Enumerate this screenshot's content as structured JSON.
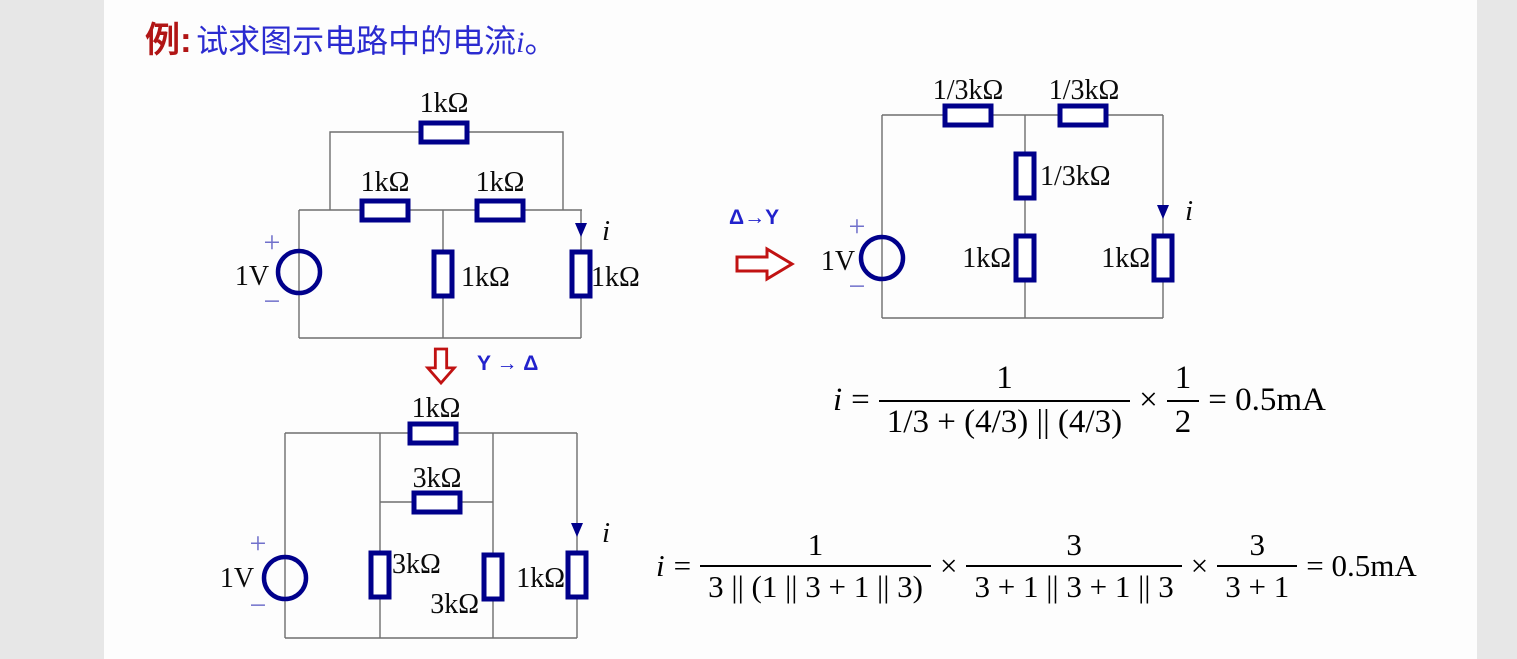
{
  "title": {
    "prefix": "例:",
    "text": "试求图示电路中的电流",
    "variable": "i",
    "suffix": "。"
  },
  "colors": {
    "title_red": "#b11515",
    "title_blue": "#2b2bd0",
    "component_navy": "#00008b",
    "wire_gray": "#6e6e6e",
    "polarity_blue": "#7070cb",
    "transform_arrow_red": "#c11212",
    "transform_text_blue": "#2222cc",
    "page_gray": "#e7e7e7",
    "slide_white": "#fdfdfd"
  },
  "circuits": {
    "original": {
      "source": "1V",
      "plus": "+",
      "minus": "−",
      "r_top": "1kΩ",
      "r_mid_left": "1kΩ",
      "r_mid_right": "1kΩ",
      "r_center": "1kΩ",
      "r_right": "1kΩ",
      "current": "i"
    },
    "delta_to_y": {
      "label": "Δ→Y",
      "source": "1V",
      "plus": "+",
      "minus": "−",
      "r_top_left": "1/3kΩ",
      "r_top_right": "1/3kΩ",
      "r_mid_upper": "1/3kΩ",
      "r_mid_lower": "1kΩ",
      "r_right": "1kΩ",
      "current": "i"
    },
    "y_to_delta": {
      "label": "Y → Δ",
      "source": "1V",
      "plus": "+",
      "minus": "−",
      "r_top": "1kΩ",
      "r_bridge": "3kΩ",
      "r_left": "3kΩ",
      "r_mid": "3kΩ",
      "r_right": "1kΩ",
      "current": "i"
    }
  },
  "formulas": {
    "f1": {
      "lhs": "i",
      "eq": "=",
      "num1": "1",
      "den1": "1/3 + (4/3) || (4/3)",
      "times": "×",
      "num2": "1",
      "den2": "2",
      "result": "= 0.5mA"
    },
    "f2": {
      "lhs": "i",
      "eq": "=",
      "num1": "1",
      "den1": "3 || (1 || 3 + 1 || 3)",
      "times1": "×",
      "num2": "3",
      "den2": "3 + 1 || 3 + 1 || 3",
      "times2": "×",
      "num3": "3",
      "den3": "3 + 1",
      "result": "= 0.5mA"
    }
  }
}
